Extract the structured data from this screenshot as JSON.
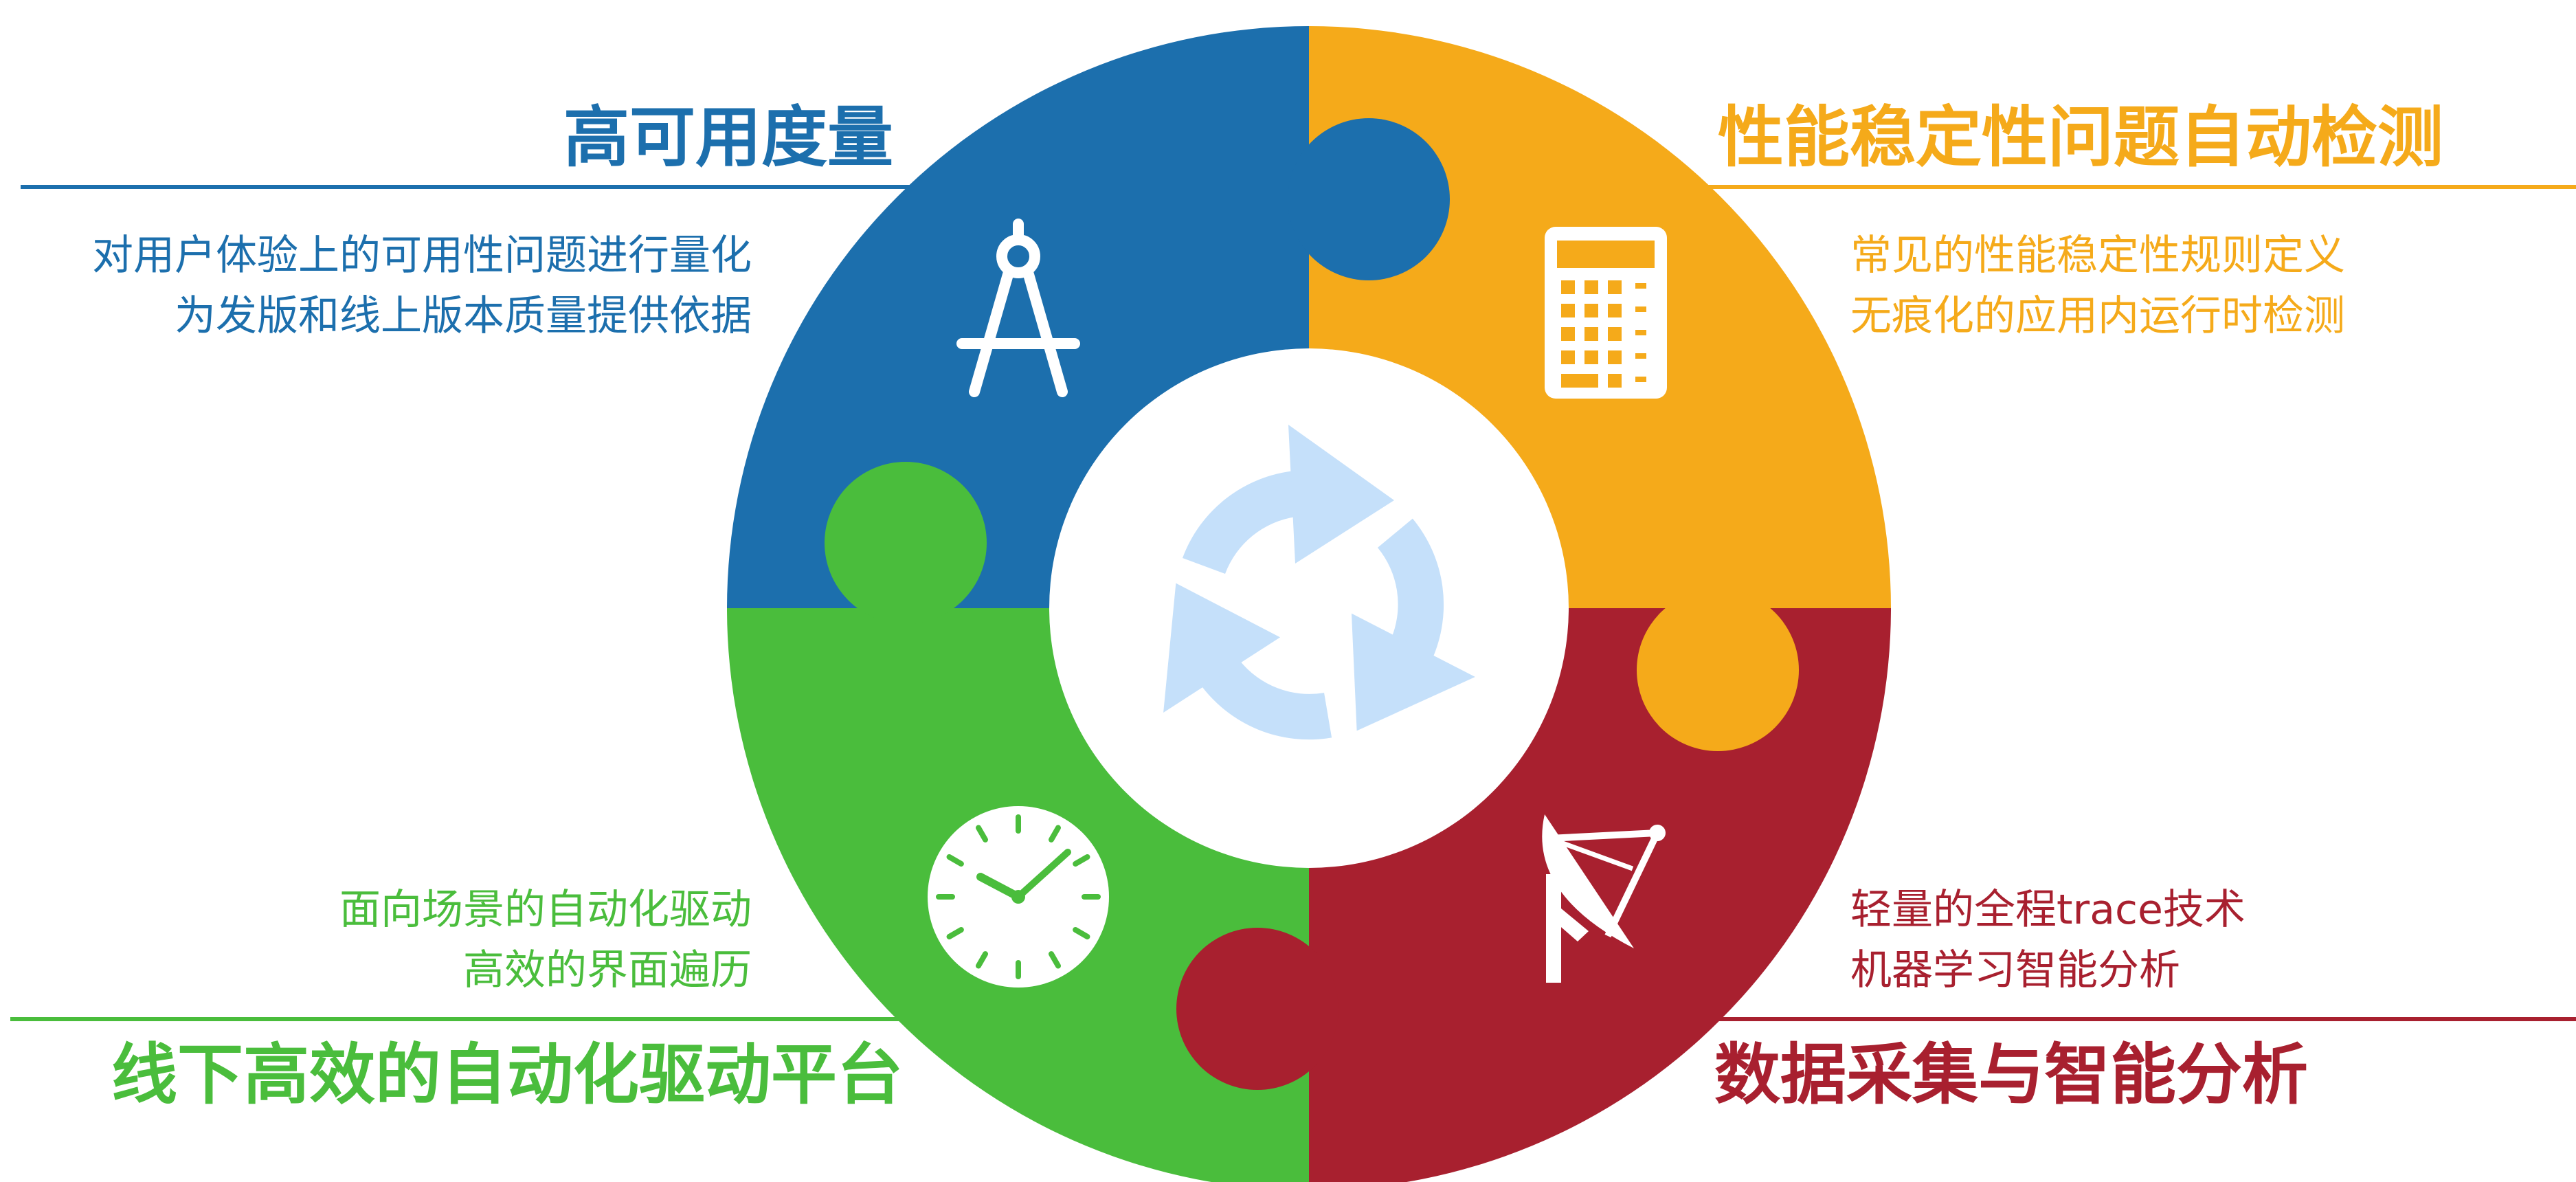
{
  "colors": {
    "blue": "#1C6FAD",
    "orange": "#F5AA1A",
    "green": "#4ABD3C",
    "red": "#A8202F",
    "center_fill": "#FFFFFF",
    "arrows": "#C5E0FA",
    "icon": "#FFFFFF"
  },
  "quadrants": {
    "top_left": {
      "title": "高可用度量",
      "lines": [
        "对用户体验上的可用性问题进行量化",
        "为发版和线上版本质量提供依据"
      ],
      "icon": "compass-icon"
    },
    "top_right": {
      "title": "性能稳定性问题自动检测",
      "lines": [
        "常见的性能稳定性规则定义",
        "无痕化的应用内运行时检测"
      ],
      "icon": "calculator-icon"
    },
    "bottom_left": {
      "title": "线下高效的自动化驱动平台",
      "lines": [
        "面向场景的自动化驱动",
        "高效的界面遍历"
      ],
      "icon": "clock-icon"
    },
    "bottom_right": {
      "title": "数据采集与智能分析",
      "lines": [
        "轻量的全程trace技术",
        "机器学习智能分析"
      ],
      "icon": "satellite-dish-icon"
    }
  },
  "center": {
    "icon": "cycle-arrows-icon"
  }
}
